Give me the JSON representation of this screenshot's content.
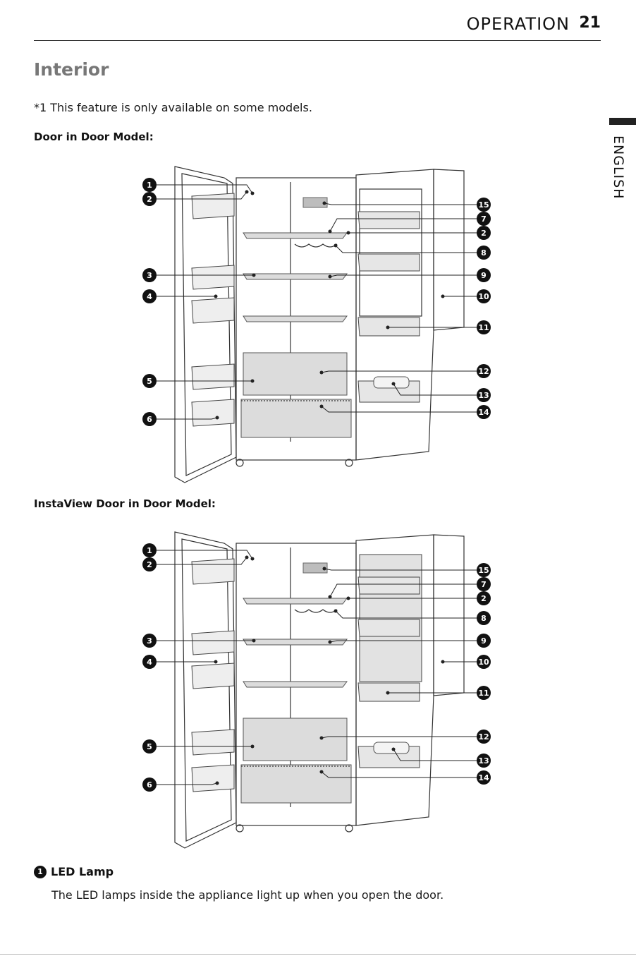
{
  "header": {
    "title": "OPERATION",
    "page_number": "21"
  },
  "side_tab": {
    "label": "ENGLISH"
  },
  "section": {
    "title": "Interior"
  },
  "note": "*1 This feature is only available on some models.",
  "models": [
    {
      "subtitle": "Door in Door Model:"
    },
    {
      "subtitle": "InstaView Door in Door Model:"
    }
  ],
  "callouts": {
    "left": [
      "1",
      "2",
      "3",
      "4",
      "5",
      "6"
    ],
    "right": [
      "15",
      "7",
      "2",
      "8",
      "9",
      "10",
      "11",
      "12",
      "13",
      "14"
    ]
  },
  "items": [
    {
      "number": "1",
      "title": "LED Lamp",
      "description": "The LED lamps inside the appliance light up when you open the door."
    }
  ]
}
